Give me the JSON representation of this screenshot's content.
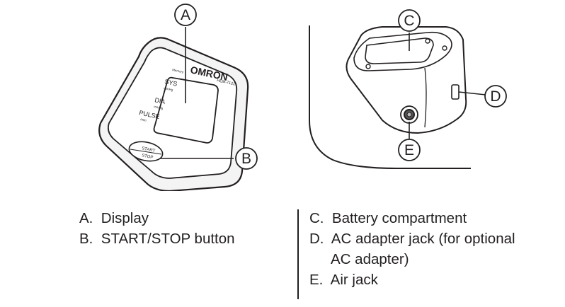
{
  "device": {
    "brand": "OMRON",
    "model": "HEM-7121",
    "button_top": "START",
    "button_bottom": "STOP",
    "labels": {
      "sys": "SYS",
      "sys_unit": "mmHg",
      "dia": "DIA",
      "dia_unit": "mmHg",
      "pulse": "PULSE",
      "pulse_unit": "/min",
      "memory": "Memory\nMode"
    }
  },
  "callouts": {
    "a": "A",
    "b": "B",
    "c": "C",
    "d": "D",
    "e": "E"
  },
  "legend": {
    "left": [
      {
        "key": "A.",
        "text": "Display"
      },
      {
        "key": "B.",
        "text": "START/STOP button"
      }
    ],
    "right": [
      {
        "key": "C.",
        "text": "Battery compartment"
      },
      {
        "key": "D.",
        "text": "AC adapter jack (for optional"
      },
      {
        "key": "",
        "text": "AC adapter)"
      },
      {
        "key": "E.",
        "text": "Air jack"
      }
    ]
  }
}
